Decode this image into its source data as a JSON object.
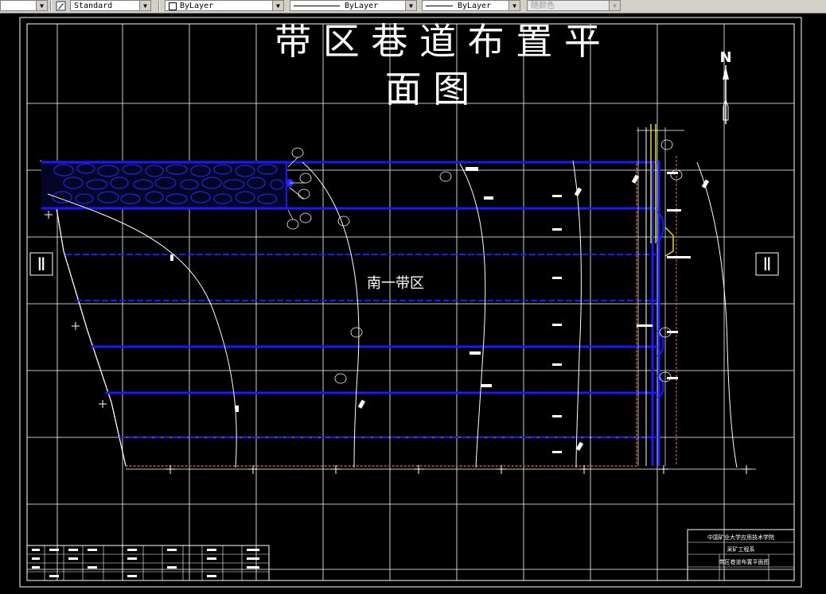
{
  "toolbar": {
    "layer_partial": "",
    "text_style": "Standard",
    "color": "ByLayer",
    "linetype": "ByLayer",
    "lineweight": "ByLayer",
    "plot_style": "随颜色"
  },
  "drawing": {
    "title_line1": "带 区 巷 道 布 置 平",
    "title_line2": "面 图",
    "district_label": "南一带区",
    "section_left": "Ⅱ",
    "section_right": "Ⅱ",
    "north_label": "N",
    "colors": {
      "roadway": "#1a1aff",
      "boundary": "#c06030",
      "grid": "#ffffff",
      "shaft": "#e0e000"
    }
  },
  "title_block": {
    "school": "中国矿业大学应用技术学院",
    "major": "采矿工程系",
    "drawing_name": "带区巷道布置平面图"
  }
}
